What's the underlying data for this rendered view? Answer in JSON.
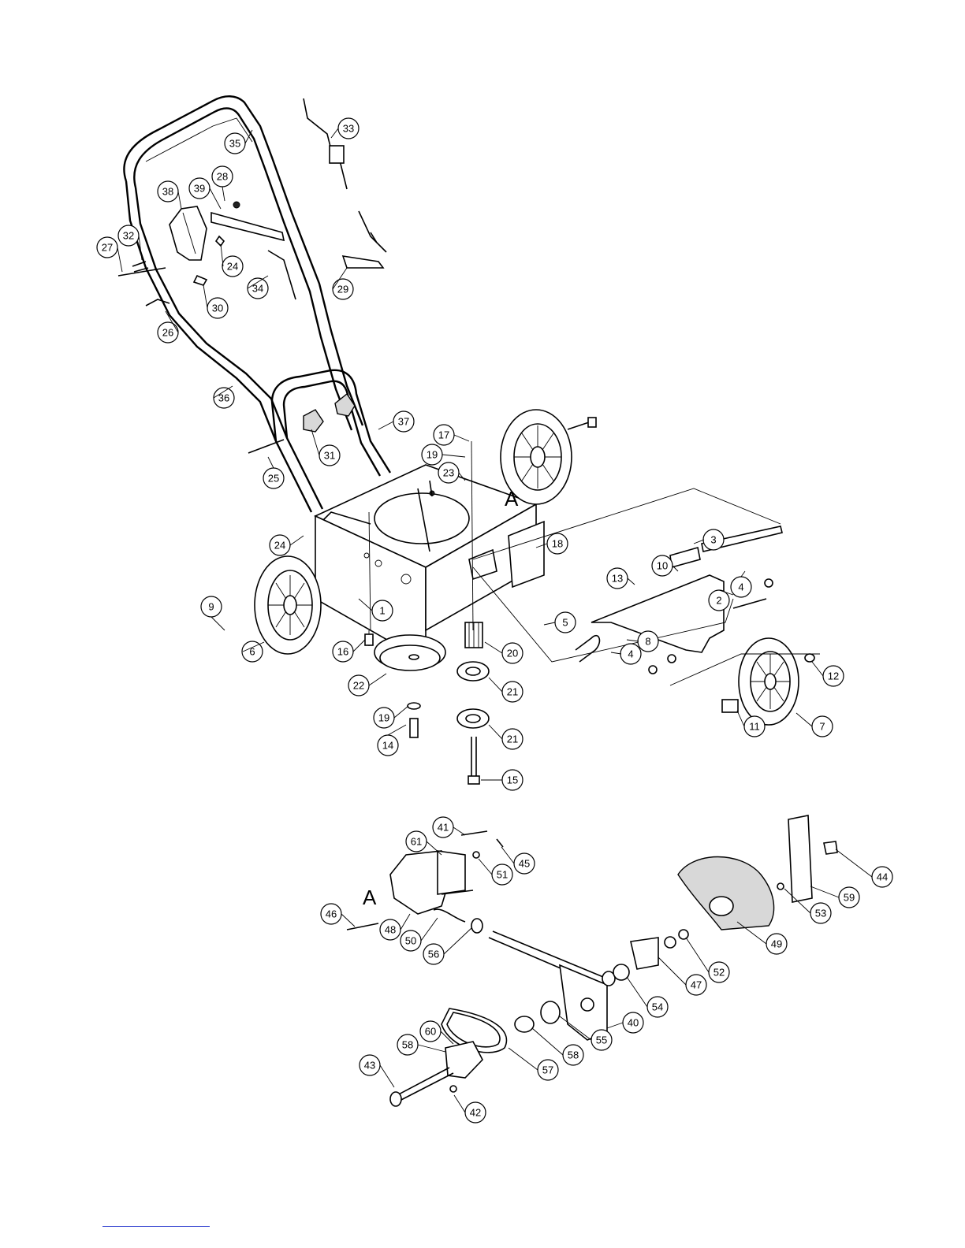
{
  "diagram": {
    "section_letters": [
      "A",
      "A"
    ],
    "labels": [
      "1",
      "2",
      "3",
      "4",
      "4",
      "5",
      "6",
      "7",
      "8",
      "9",
      "10",
      "11",
      "12",
      "13",
      "14",
      "15",
      "16",
      "17",
      "18",
      "19",
      "19",
      "20",
      "21",
      "21",
      "22",
      "23",
      "24",
      "24",
      "25",
      "26",
      "27",
      "28",
      "29",
      "30",
      "31",
      "32",
      "33",
      "34",
      "35",
      "36",
      "37",
      "38",
      "39",
      "40",
      "41",
      "42",
      "43",
      "44",
      "45",
      "46",
      "47",
      "48",
      "49",
      "50",
      "51",
      "52",
      "53",
      "54",
      "55",
      "56",
      "57",
      "58",
      "58",
      "59",
      "60",
      "61"
    ]
  }
}
